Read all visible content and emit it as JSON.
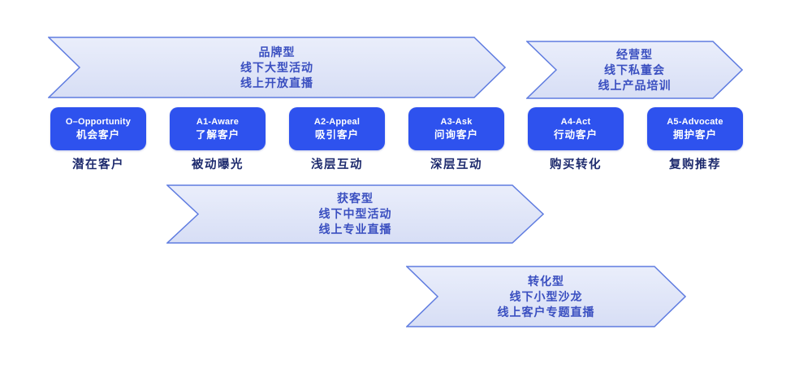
{
  "colors": {
    "banner_fill_top": "#eaeefb",
    "banner_fill_bottom": "#d7def5",
    "banner_border": "#5f7ce0",
    "banner_text": "#3a4fc0",
    "stage_box_fill": "#2e52ee",
    "stage_box_text": "#ffffff",
    "stage_label_text": "#1e2b6e",
    "background": "#ffffff"
  },
  "banners": [
    {
      "id": "brand",
      "lines": [
        "品牌型",
        "线下大型活动",
        "线上开放直播"
      ]
    },
    {
      "id": "operation",
      "lines": [
        "经营型",
        "线下私董会",
        "线上产品培训"
      ]
    },
    {
      "id": "acquisition",
      "lines": [
        "获客型",
        "线下中型活动",
        "线上专业直播"
      ]
    },
    {
      "id": "conversion",
      "lines": [
        "转化型",
        "线下小型沙龙",
        "线上客户专题直播"
      ]
    }
  ],
  "stages": [
    {
      "code": "O–Opportunity",
      "cname": "机会客户",
      "label": "潜在客户"
    },
    {
      "code": "A1-Aware",
      "cname": "了解客户",
      "label": "被动曝光"
    },
    {
      "code": "A2-Appeal",
      "cname": "吸引客户",
      "label": "浅层互动"
    },
    {
      "code": "A3-Ask",
      "cname": "问询客户",
      "label": "深层互动"
    },
    {
      "code": "A4-Act",
      "cname": "行动客户",
      "label": "购买转化"
    },
    {
      "code": "A5-Advocate",
      "cname": "拥护客户",
      "label": "复购推荐"
    }
  ]
}
